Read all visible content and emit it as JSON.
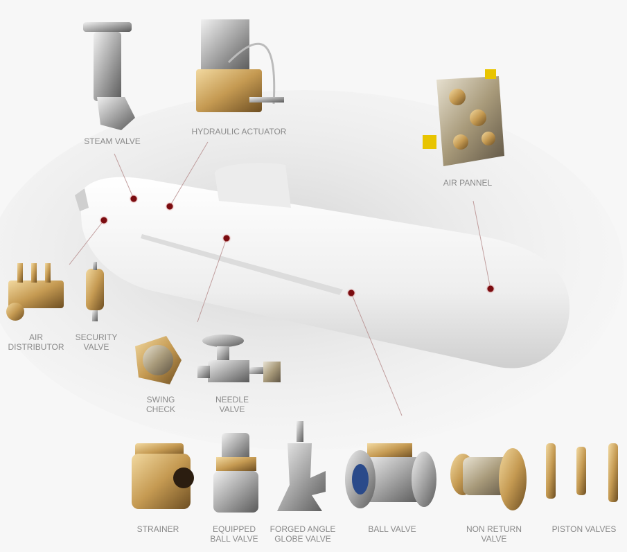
{
  "products": {
    "steam_valve": "STEAM VALVE",
    "hydraulic_actuator": "HYDRAULIC ACTUATOR",
    "air_pannel": "AIR PANNEL",
    "air_distributor": [
      "AIR",
      "DISTRIBUTOR"
    ],
    "security_valve": [
      "SECURITY",
      "VALVE"
    ],
    "swing_check": [
      "SWING",
      "CHECK"
    ],
    "needle_valve": [
      "NEEDLE",
      "VALVE"
    ],
    "strainer": "STRAINER",
    "equipped_ball_valve": [
      "EQUIPPED",
      "BALL VALVE"
    ],
    "forged_angle_globe_valve": [
      "FORGED ANGLE",
      "GLOBE VALVE"
    ],
    "ball_valve": "BALL VALVE",
    "non_return_valve": [
      "NON RETURN",
      "VALVE"
    ],
    "piston_valves": "PISTON VALVES"
  },
  "colors": {
    "marker": "#7a0c10",
    "label": "#8a8a8a",
    "hull": "#f2f2f2"
  }
}
